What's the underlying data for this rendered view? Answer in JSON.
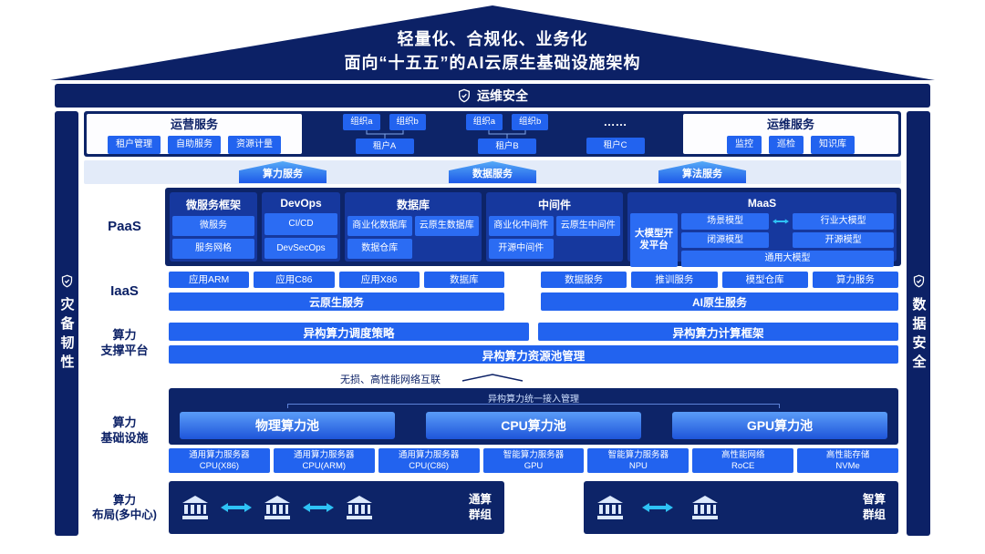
{
  "colors": {
    "navy": "#0c2166",
    "panel_navy": "#0d2468",
    "chip_blue": "#2263ef",
    "group_blue": "#16389e",
    "cyan_arrow": "#2ec2f5",
    "light_band": "#e3ebf9"
  },
  "icons": {
    "security": "shield-check",
    "cluster_node": "bank-building",
    "flow": "double-arrow"
  },
  "roof": {
    "line1": "轻量化、合规化、业务化",
    "line2": "面向“十五五”的AI云原生基础设施架构"
  },
  "ops_security_bar": {
    "label": "运维安全"
  },
  "left_pillar": {
    "label": "灾备韧性"
  },
  "right_pillar": {
    "label": "数据安全"
  },
  "top_row": {
    "operation_services": {
      "title": "运营服务",
      "items": [
        "租户管理",
        "自助服务",
        "资源计量"
      ]
    },
    "org_trees": [
      {
        "orgs": [
          "组织a",
          "组织b"
        ],
        "tenant": "租户A"
      },
      {
        "orgs": [
          "组织a",
          "组织b"
        ],
        "tenant": "租户B"
      },
      {
        "dots": "……",
        "tenant": "租户C"
      }
    ],
    "maintenance_services": {
      "title": "运维服务",
      "items": [
        "监控",
        "巡检",
        "知识库"
      ]
    }
  },
  "service_arrows": [
    {
      "label": "算力服务"
    },
    {
      "label": "数据服务"
    },
    {
      "label": "算法服务"
    }
  ],
  "paas": {
    "label": "PaaS",
    "groups": [
      {
        "title": "微服务框架",
        "items": [
          "微服务",
          "服务网格"
        ]
      },
      {
        "title": "DevOps",
        "items": [
          "CI/CD",
          "DevSecOps"
        ]
      },
      {
        "title": "数据库",
        "items": [
          "商业化数据库",
          "云原生数据库",
          "数据仓库"
        ]
      },
      {
        "title": "中间件",
        "items": [
          "商业化中间件",
          "云原生中间件",
          "开源中间件"
        ]
      }
    ],
    "maas": {
      "title": "MaaS",
      "platform_label": "大模型开发平台",
      "models": [
        "场景模型",
        "行业大模型",
        "闭源模型",
        "开源模型"
      ],
      "bottom": "通用大模型"
    }
  },
  "iaas": {
    "label": "IaaS",
    "cloud_items": [
      "应用ARM",
      "应用C86",
      "应用X86",
      "数据库"
    ],
    "cloud_bar": "云原生服务",
    "ai_items": [
      "数据服务",
      "推训服务",
      "模型仓库",
      "算力服务"
    ],
    "ai_bar": "AI原生服务"
  },
  "compute_support": {
    "label_lines": [
      "算力",
      "支撑平台"
    ],
    "scheduling_bar": "异构算力调度策略",
    "framework_bar": "异构算力计算框架",
    "pool_bar": "异构算力资源池管理"
  },
  "network_note": "无损、高性能网络互联",
  "compute_infra": {
    "label_lines": [
      "算力",
      "基础设施"
    ],
    "bracket_label": "异构算力统一接入管理",
    "pools": [
      "物理算力池",
      "CPU算力池",
      "GPU算力池"
    ],
    "servers": [
      {
        "line1": "通用算力服务器",
        "line2": "CPU(X86)"
      },
      {
        "line1": "通用算力服务器",
        "line2": "CPU(ARM)"
      },
      {
        "line1": "通用算力服务器",
        "line2": "CPU(C86)"
      },
      {
        "line1": "智能算力服务器",
        "line2": "GPU"
      },
      {
        "line1": "智能算力服务器",
        "line2": "NPU"
      },
      {
        "line1": "高性能网络",
        "line2": "RoCE"
      },
      {
        "line1": "高性能存储",
        "line2": "NVMe"
      }
    ]
  },
  "compute_layout": {
    "label_lines": [
      "算力",
      "布局(多中心)"
    ],
    "general_group_lines": [
      "通算",
      "群组"
    ],
    "ai_group_lines": [
      "智算",
      "群组"
    ]
  }
}
